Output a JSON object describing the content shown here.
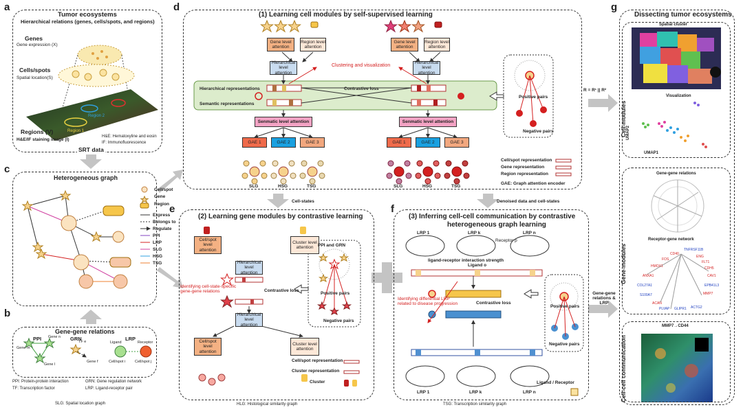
{
  "panel_a": {
    "letter": "a",
    "title": "Tumor ecosystems",
    "subtitle": "Hierarchical relations (genes, cells/spots, and regions)",
    "genes_label": "Genes",
    "gene_expr": "Gene expression (X)",
    "cells_label": "Cells/spots",
    "spatial_loc": "Spatial location(S)",
    "regions_label": "Regions (V)",
    "staining": "H&E/IF staining image (I)",
    "region1": "Region 1",
    "region2": "Region 2",
    "he_note": "H&E: Hematoxyline and eosin",
    "if_note": "IF: Immunofluorescence",
    "srt": "SRT data"
  },
  "panel_b": {
    "letter": "b",
    "title": "Gene-gene relations",
    "ppi": "PPI",
    "grn": "GRN",
    "lrp": "LRP",
    "gene_m": "Gene m",
    "gene_n": "Gene n",
    "gene_l": "Gene l",
    "tf_e": "TF e",
    "gene_f": "Gene f",
    "ligand": "Ligand",
    "receptor": "Receptor",
    "cell_i": "Cell/spot i",
    "cell_j": "Cell/spot j",
    "legend1": "PPI: Protein-protein interaction",
    "legend2": "GRN: Gene regulation network",
    "legend3": "TF: Transcription factor",
    "legend4": "LRP: Ligand-receptor pair",
    "slg_note": "SLG: Spatial location graph"
  },
  "panel_c": {
    "letter": "c",
    "title": "Heterogeneous graph",
    "legend": [
      "Cell/spot",
      "Gene",
      "Region",
      "Express",
      "Belongs to",
      "Regulate",
      "PPI",
      "LRP",
      "SLG",
      "HSG",
      "TSG"
    ]
  },
  "panel_d": {
    "letter": "d",
    "title": "(1) Learning cell modules by self-supervised learning",
    "gene_att": "Gene level attention",
    "region_att": "Region level attention",
    "hier_att": "Hierarchical level attention",
    "clustering": "Clustering and visualization",
    "hier_rep": "Hierarchical representations",
    "sem_rep": "Semantic representations",
    "contrastive": "Contrastive loss",
    "sem_att": "Senmatic level attention",
    "gae": [
      "GAE 1",
      "GAE 2",
      "GAE 3"
    ],
    "graphs": [
      "SLG",
      "HSG",
      "TSG"
    ],
    "positive": "Positive pairs",
    "negative": "Negative pairs",
    "legend": [
      "Cell/spot representation",
      "Gene representation",
      "Region representation"
    ],
    "gae_note": "GAE: Graph attention encoder",
    "cell_states": "Cell-states",
    "denoised": "Denoised data and cell-states"
  },
  "panel_e": {
    "letter": "e",
    "title": "(2) Learning gene modules by contrastive learning",
    "cell_att": "Cell/spot level attention",
    "cluster_att": "Cluster level attention",
    "hier_att": "Hierarchical level attention",
    "identify": "Identifying cell-state-specific gene-gene relations",
    "contrastive": "Contrastive loss",
    "ppi_grn": "PPI and GRN",
    "positive": "Positive pairs",
    "negative": "Negative pairs",
    "legend": [
      "Cell/spot representation",
      "Cluster representation",
      "Cluster"
    ],
    "hlg_note": "HLG: Histological similarity graph"
  },
  "panel_f": {
    "letter": "f",
    "title1": "(3) Inferring cell-cell communication by contrastive",
    "title2": "heterogeneous graph learning",
    "lrp1": "LRP 1",
    "lrpk": "LRP k",
    "lrpn": "LRP n",
    "receptor": "Receptor p",
    "ligand": "Ligand o",
    "lr_strength": "ligand-receptor interaction strength",
    "identify": "Identifying differential LRP related to disease progression",
    "contrastive": "Contrastive loss",
    "positive": "Positive pairs",
    "negative": "Negative pairs",
    "lig_rec": "Ligand / Receptor",
    "tsg_note": "TSG: Transcription similarity graph",
    "gg_lrp": "Gene-gene relations & LRP"
  },
  "panel_g": {
    "letter": "g",
    "title": "Dissecting tumor ecosystems",
    "spatial_cluster": "Spatial cluster",
    "visualization": "Visualization",
    "umap1": "UMAP1",
    "umap2": "UMAP2",
    "cell_modules": "Cell-modules",
    "gg_relations": "Gene-gene relations",
    "rg_network": "Receptor-gene network",
    "gene_modules": "Gene-modules",
    "mmp7": "MMP7→CD44",
    "ccc": "Cell-cell communication",
    "r_formula": "R = R¹ || R²",
    "genes": [
      "TNFRSF11B",
      "CD40",
      "ENG",
      "FOS",
      "FLT1",
      "CDH5",
      "HMOX1",
      "ANXA1",
      "CAV1",
      "COL27A1",
      "EPB41L3",
      "S100A7",
      "MMP7",
      "ACAN",
      "PLVAP",
      "GLIPR1",
      "ACTG2"
    ]
  },
  "colors": {
    "star": "#f6d28c",
    "orange_box": "#f4b183",
    "pink_box": "#f4a3c4",
    "blue_box": "#c9dcf0",
    "gae1": "#ef6a4a",
    "gae2": "#19a0e0",
    "gae3": "#f2a77e",
    "green_band": "#dceccc",
    "red": "#d42020",
    "arrow_gray": "#b8b8b8"
  }
}
